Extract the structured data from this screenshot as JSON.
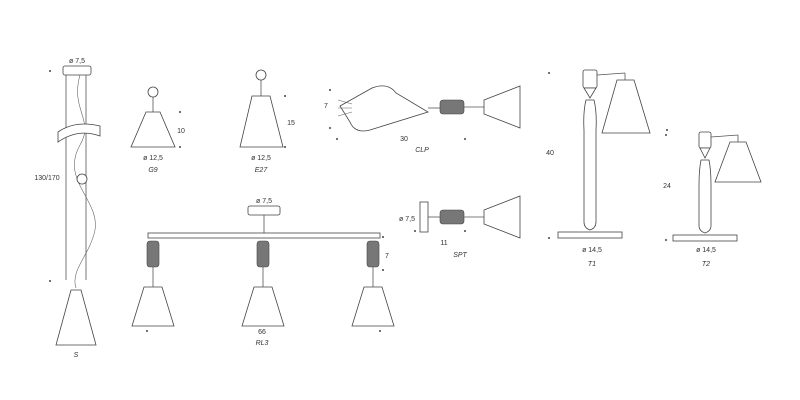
{
  "figure": {
    "pendant_s": {
      "canopy_dim": "ø 7,5",
      "height_dim": "130/170",
      "code": "S"
    },
    "g9": {
      "height_dim": "10",
      "diameter_dim": "ø 12,5",
      "code": "G9"
    },
    "e27": {
      "height_dim": "15",
      "diameter_dim": "ø 12,5",
      "code": "E27"
    },
    "clip": {
      "height_dim": "7",
      "length_dim": "30",
      "code": "CLP"
    },
    "spot": {
      "base_dim": "ø 7,5",
      "length_dim": "11",
      "code": "SPT"
    },
    "rail": {
      "canopy_dim": "ø 7,5",
      "height_dim": "7",
      "length_dim": "66",
      "code": "RL3"
    },
    "table_t1": {
      "height_dim": "40",
      "base_dim": "ø 14,5",
      "code": "T1"
    },
    "table_t2": {
      "height_dim": "24",
      "base_dim": "ø 14,5",
      "code": "T2"
    }
  }
}
